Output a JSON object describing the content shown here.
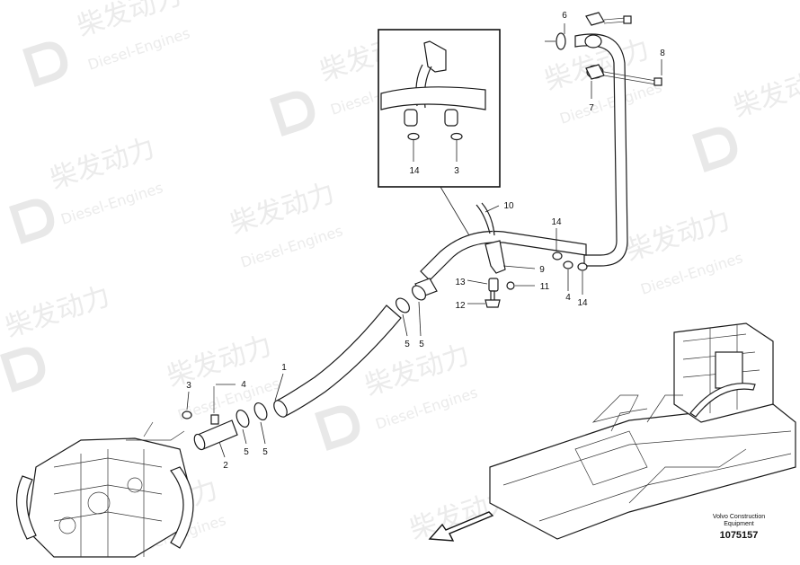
{
  "watermark": {
    "chinese": "柴发动力",
    "english": "Diesel-Engines"
  },
  "detail_callouts": [
    "14",
    "3"
  ],
  "callouts": [
    "1",
    "2",
    "3",
    "4",
    "5",
    "5",
    "5",
    "5",
    "6",
    "7",
    "8",
    "9",
    "10",
    "11",
    "12",
    "13",
    "14",
    "4",
    "14"
  ],
  "caption": {
    "line1": "Volvo Construction",
    "line2": "Equipment",
    "doc_number": "1075157"
  },
  "colors": {
    "ink": "#1a1a1a",
    "watermark": "#e6e6e6"
  }
}
